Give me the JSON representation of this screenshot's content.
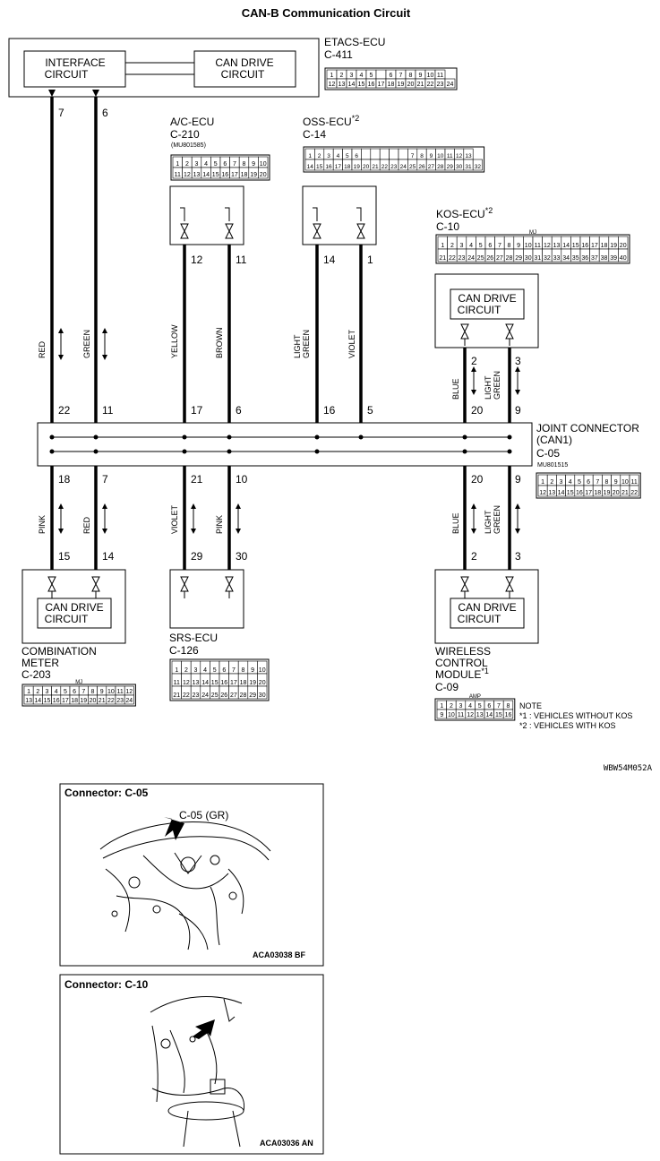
{
  "title": "CAN-B Communication Circuit",
  "etacs": {
    "name": "ETACS-ECU",
    "code": "C-411",
    "interface": [
      "INTERFACE",
      "CIRCUIT"
    ],
    "can_drive": [
      "CAN DRIVE",
      "CIRCUIT"
    ],
    "row1": [
      "1",
      "2",
      "3",
      "4",
      "5",
      "",
      "6",
      "7",
      "8",
      "9",
      "10",
      "11"
    ],
    "row2": [
      "12",
      "13",
      "14",
      "15",
      "16",
      "17",
      "18",
      "19",
      "20",
      "21",
      "22",
      "23",
      "24"
    ]
  },
  "ac": {
    "name": "A/C-ECU",
    "code": "C-210",
    "part": "(MU801585)",
    "pins": [
      "12",
      "11"
    ],
    "wires": [
      "YELLOW",
      "BROWN"
    ],
    "row1": [
      "1",
      "2",
      "3",
      "4",
      "5",
      "6",
      "7",
      "8",
      "9",
      "10"
    ],
    "row2": [
      "11",
      "12",
      "13",
      "14",
      "15",
      "16",
      "17",
      "18",
      "19",
      "20"
    ]
  },
  "oss": {
    "name": "OSS-ECU",
    "sup": "*2",
    "code": "C-14",
    "pins": [
      "14",
      "1"
    ],
    "wires": [
      "LIGHT\nGREEN",
      "VIOLET"
    ]
  },
  "kos": {
    "name": "KOS-ECU",
    "sup": "*2",
    "code": "C-10",
    "pins": [
      "2",
      "3"
    ],
    "wires": [
      "BLUE",
      "LIGHT\nGREEN"
    ],
    "can_drive": [
      "CAN DRIVE",
      "CIRCUIT"
    ],
    "mj": "MJ"
  },
  "etacs_pins": [
    "7",
    "6"
  ],
  "etacs_wires": [
    "RED",
    "GREEN"
  ],
  "joint": {
    "name": [
      "JOINT CONNECTOR",
      "(CAN1)"
    ],
    "code": "C-05",
    "part": "MU801515",
    "top_pins": [
      "22",
      "11",
      "17",
      "6",
      "16",
      "5",
      "20",
      "9"
    ],
    "bottom_pins": [
      "18",
      "7",
      "21",
      "10",
      "20",
      "9"
    ]
  },
  "combo": {
    "name": [
      "COMBINATION",
      "METER"
    ],
    "code": "C-203",
    "pins": [
      "15",
      "14"
    ],
    "wires": [
      "PINK",
      "RED"
    ],
    "can_drive": [
      "CAN DRIVE",
      "CIRCUIT"
    ],
    "mj": "MJ"
  },
  "srs": {
    "name": "SRS-ECU",
    "code": "C-126",
    "pins": [
      "29",
      "30"
    ],
    "wires": [
      "VIOLET",
      "PINK"
    ],
    "row1": [
      "1",
      "2",
      "3",
      "4",
      "5",
      "6",
      "7",
      "8",
      "9",
      "10"
    ],
    "row2": [
      "11",
      "12",
      "13",
      "14",
      "15",
      "16",
      "17",
      "18",
      "19",
      "20"
    ],
    "row3": [
      "21",
      "22",
      "23",
      "24",
      "25",
      "26",
      "27",
      "28",
      "29",
      "30"
    ]
  },
  "wcm": {
    "name": [
      "WIRELESS",
      "CONTROL",
      "MODULE"
    ],
    "sup": "*1",
    "code": "C-09",
    "pins": [
      "2",
      "3"
    ],
    "wires": [
      "BLUE",
      "LIGHT\nGREEN"
    ],
    "can_drive": [
      "CAN DRIVE",
      "CIRCUIT"
    ],
    "amp": "AMP"
  },
  "note": {
    "head": "NOTE",
    "l1": "*1 : VEHICLES WITHOUT KOS",
    "l2": "*2 : VEHICLES WITH KOS"
  },
  "figure_code": "WBW54M052A",
  "photo1": {
    "title": "Connector: C-05",
    "callout": "C-05 (GR)",
    "code": "ACA03038",
    "suffix": "BF"
  },
  "photo2": {
    "title": "Connector: C-10",
    "code": "ACA03036",
    "suffix": "AN"
  }
}
